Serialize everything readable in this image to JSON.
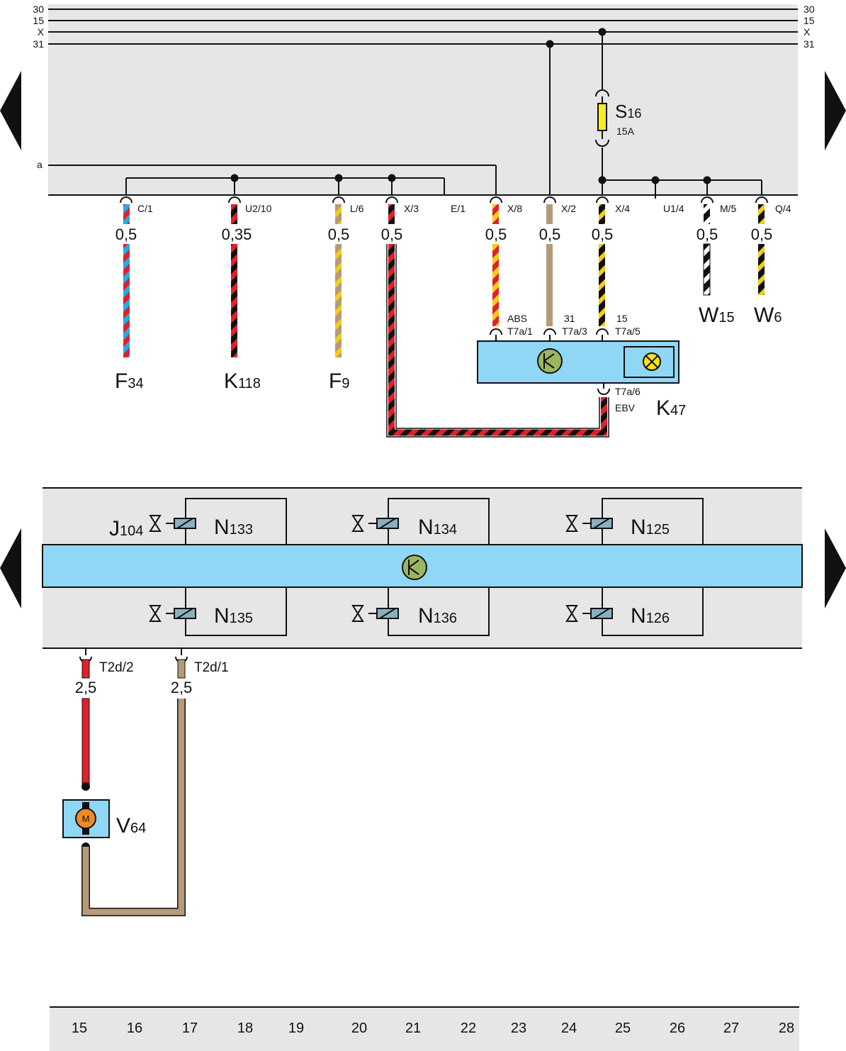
{
  "rails": {
    "left": [
      "30",
      "15",
      "X",
      "31"
    ],
    "right": [
      "30",
      "15",
      "X",
      "31"
    ]
  },
  "line_a": "a",
  "fuse": {
    "name": "S",
    "sub": "16",
    "rating": "15A"
  },
  "connectors": {
    "c1": "C/1",
    "u210": "U2/10",
    "l6": "L/6",
    "x3": "X/3",
    "e1": "E/1",
    "x8": "X/8",
    "x2": "X/2",
    "x4": "X/4",
    "u14": "U1/4",
    "m5": "M/5",
    "q4": "Q/4"
  },
  "gauges": {
    "c1": "0,5",
    "u210": "0,35",
    "l6": "0,5",
    "x3": "0,5",
    "x8": "0,5",
    "x2": "0,5",
    "x4": "0,5",
    "m5": "0,5",
    "q4": "0,5",
    "t2d2": "2,5",
    "t2d1": "2,5"
  },
  "components": {
    "f34": {
      "name": "F",
      "sub": "34"
    },
    "k118": {
      "name": "K",
      "sub": "118"
    },
    "f9": {
      "name": "F",
      "sub": "9"
    },
    "w15": {
      "name": "W",
      "sub": "15"
    },
    "w6": {
      "name": "W",
      "sub": "6"
    },
    "k47": {
      "name": "K",
      "sub": "47"
    },
    "j104": {
      "name": "J",
      "sub": "104"
    },
    "n133": {
      "name": "N",
      "sub": "133"
    },
    "n134": {
      "name": "N",
      "sub": "134"
    },
    "n125": {
      "name": "N",
      "sub": "125"
    },
    "n135": {
      "name": "N",
      "sub": "135"
    },
    "n136": {
      "name": "N",
      "sub": "136"
    },
    "n126": {
      "name": "N",
      "sub": "126"
    },
    "v64": {
      "name": "V",
      "sub": "64",
      "motor": "M"
    }
  },
  "k47_pins": {
    "p1_func": "ABS",
    "p1": "T7a/1",
    "p3_func": "31",
    "p3": "T7a/3",
    "p5_func": "15",
    "p5": "T7a/5",
    "p6": "T7a/6",
    "p6_func": "EBV"
  },
  "pump_pins": {
    "t2d2": "T2d/2",
    "t2d1": "T2d/1"
  },
  "track_numbers": [
    "15",
    "16",
    "17",
    "18",
    "19",
    "20",
    "21",
    "22",
    "23",
    "24",
    "25",
    "26",
    "27",
    "28"
  ],
  "colors": {
    "panel": "#e6e6e6",
    "module": "#8fd7f5",
    "red": "#e0202a",
    "blue": "#2aa8e8",
    "brown": "#b59a7a",
    "yellow": "#f2cc1a",
    "fuse": "#f7ee1f"
  }
}
